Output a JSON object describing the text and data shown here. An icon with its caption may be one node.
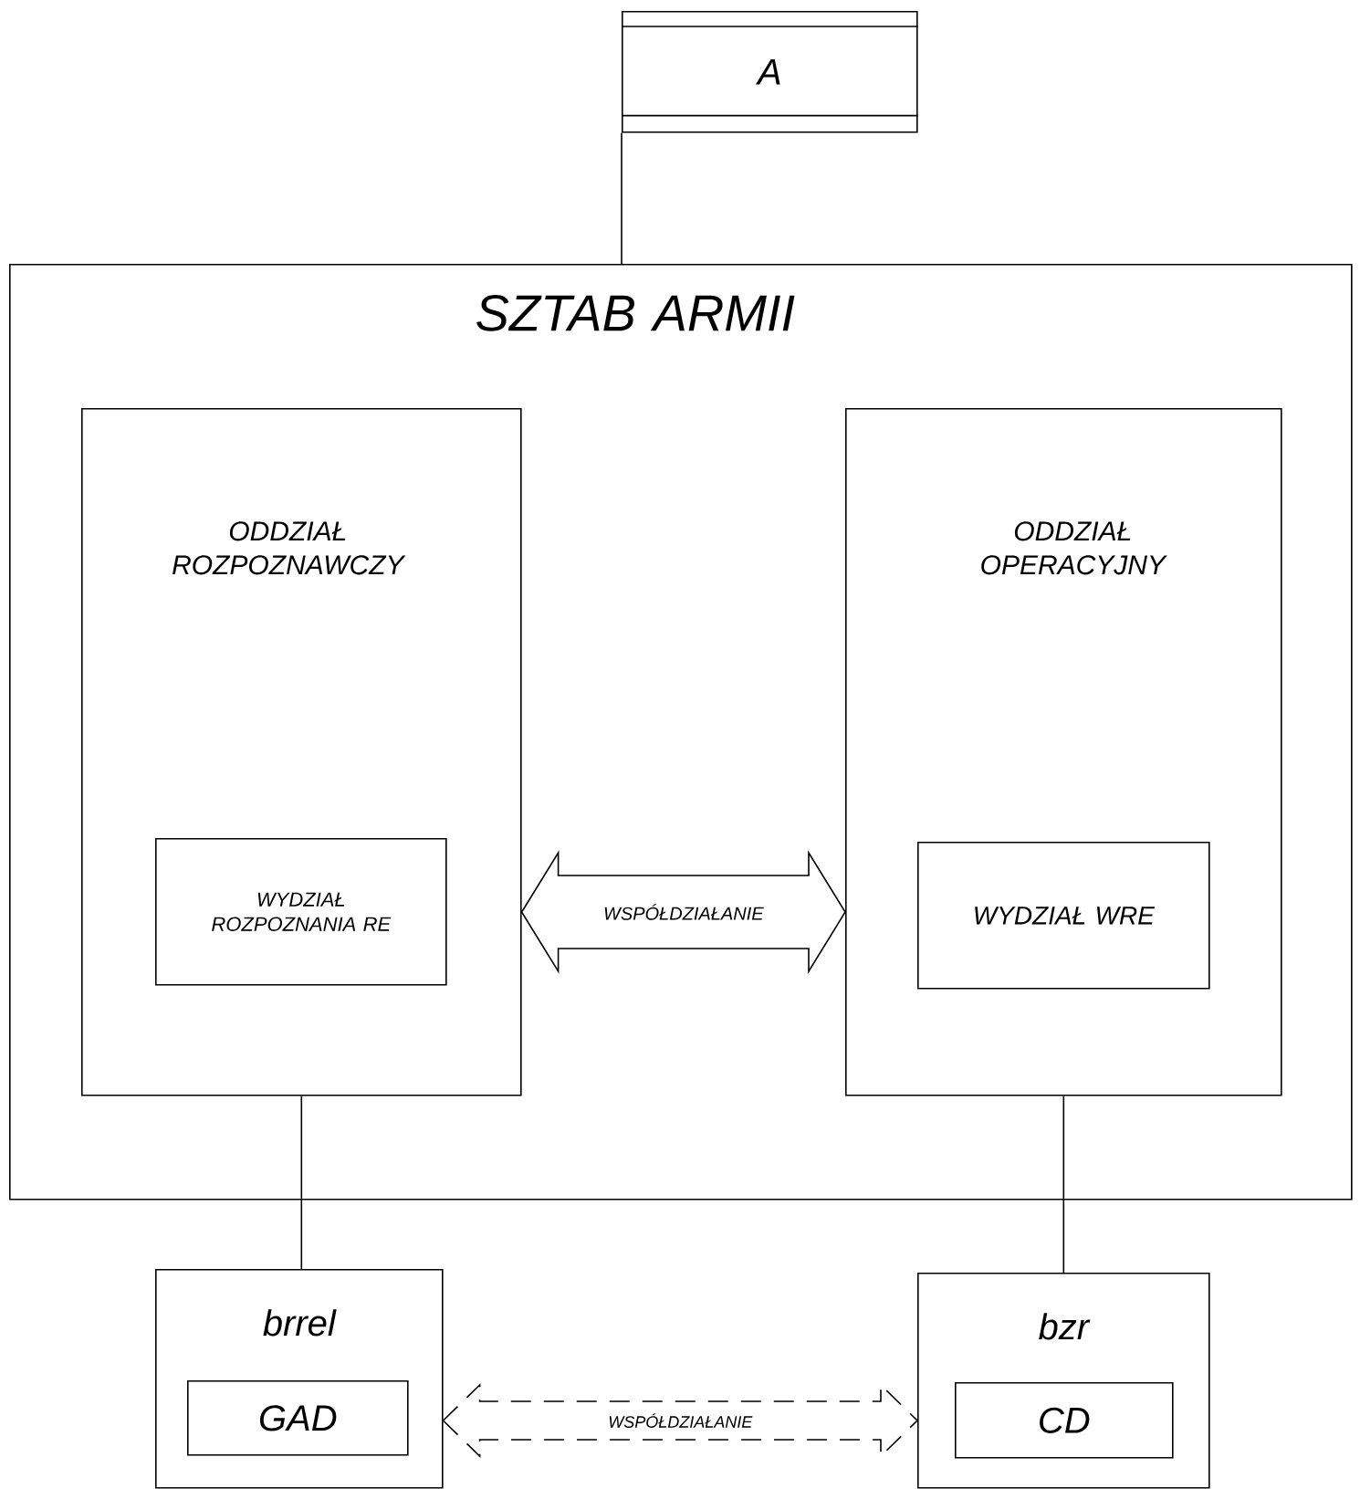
{
  "diagram": {
    "nodes": [
      {
        "text": [
          "A"
        ]
      },
      {
        "text": [
          "SZTAB ARMII"
        ]
      },
      {
        "text": [
          "ODDZIAŁ ROZPOZNAWCZY"
        ],
        "in": 1
      },
      {
        "text": [
          "WYDZIAŁ ROZPOZNANIA RE"
        ],
        "in": 2
      },
      {
        "text": [
          "ODDZIAŁ OPERACYJNY"
        ],
        "in": 1
      },
      {
        "text": [
          "WYDZIAŁ WRE"
        ],
        "in": 4
      },
      {
        "text": [
          "brrel"
        ]
      },
      {
        "text": [
          "GAD"
        ],
        "in": 6
      },
      {
        "text": [
          "bzr"
        ]
      },
      {
        "text": [
          "CD"
        ],
        "in": 8
      }
    ],
    "edges": [
      {
        "from": 0,
        "to": 1,
        "arrow": "none"
      },
      {
        "from": 2,
        "to": 4,
        "arrow": "both",
        "label": "WSPÓŁDZIAŁANIE"
      },
      {
        "from": 2,
        "to": 6,
        "arrow": "none"
      },
      {
        "from": 4,
        "to": 8,
        "arrow": "none"
      },
      {
        "from": 6,
        "to": 8,
        "arrow": "both",
        "label": "WSPÓŁDZIAŁANIE",
        "style": "dashed"
      }
    ]
  }
}
